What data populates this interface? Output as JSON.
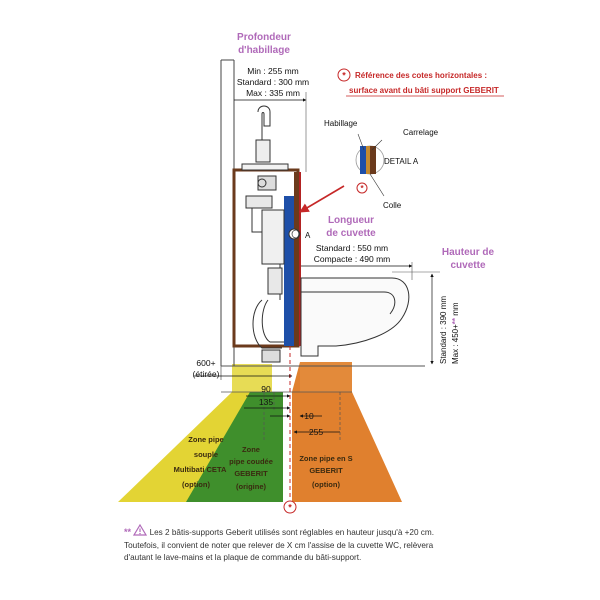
{
  "labels": {
    "profondeur_title": [
      "Profondeur",
      "d'habillage"
    ],
    "profondeur_min": "Min : 255 mm",
    "profondeur_standard": "Standard : 300 mm",
    "profondeur_max": "Max : 335 mm",
    "reference_star": "*",
    "reference_line1": "Référence des cotes horizontales :",
    "reference_line2": "surface avant du bâti support GEBERIT",
    "detail_habillage": "Habillage",
    "detail_carrelage": "Carrelage",
    "detail_colle": "Colle",
    "detail_title": "DETAIL A",
    "detail_star": "*",
    "marker_a": "A",
    "longueur_title": [
      "Longueur",
      "de cuvette"
    ],
    "longueur_standard": "Standard : 550 mm",
    "longueur_compacte": "Compacte : 490 mm",
    "hauteur_title": [
      "Hauteur de",
      "cuvette"
    ],
    "hauteur_standard": "Standard : 390 mm",
    "hauteur_max": "Max : 450+",
    "hauteur_max_star": "**",
    "hauteur_max_unit": " mm",
    "dim_600": "600+",
    "dim_etiree": "(étirée)",
    "dim_90": "90",
    "dim_135": "135",
    "dim_10": "10",
    "dim_255": "255",
    "zone_yellow": [
      "Zone pipe",
      "souple",
      "Multibati CETA",
      "(option)"
    ],
    "zone_green": [
      "Zone",
      "pipe coudée",
      "GEBERIT",
      "(origine)"
    ],
    "zone_orange": [
      "Zone pipe en S",
      "GEBERIT",
      "(option)"
    ],
    "bottom_star": "*"
  },
  "footer": {
    "marker": "**",
    "line1": "Les 2 bâtis-supports Geberit utilisés sont réglables en hauteur jusqu'à +20 cm.",
    "line2": "Toutefois, il convient de noter que relever de X cm l'assise de la cuvette WC, relèvera",
    "line3": "d'autant le lave-mains et la plaque de commande du bâti-support."
  },
  "colors": {
    "accent_purple": "#b06ab9",
    "accent_red": "#c62828",
    "zone_yellow": "#e3d434",
    "zone_green": "#3f8f2c",
    "zone_orange": "#e0802e",
    "frame_blue": "#1e4fa8",
    "frame_brown": "#6b3a1c"
  }
}
